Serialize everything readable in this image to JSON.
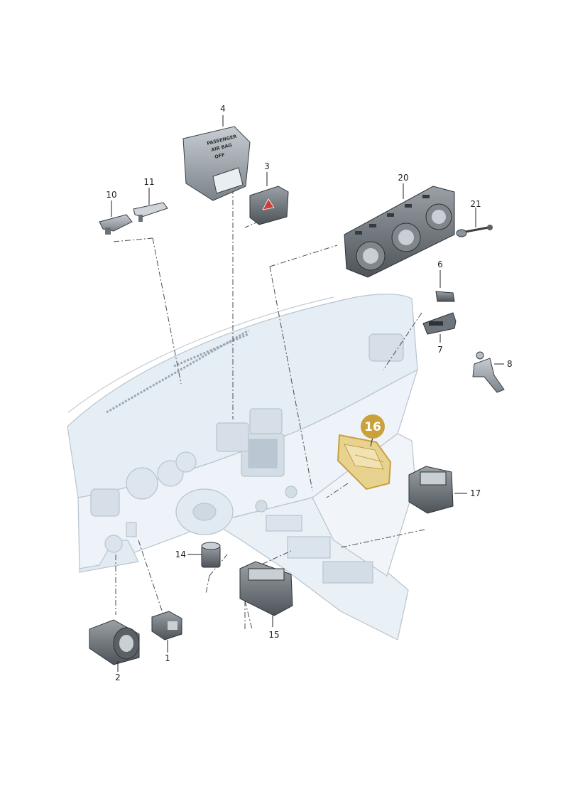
{
  "callouts": {
    "c1": "1",
    "c2": "2",
    "c3": "3",
    "c4": "4",
    "c6": "6",
    "c7": "7",
    "c8": "8",
    "c10": "10",
    "c11": "11",
    "c14": "14",
    "c15": "15",
    "c16": "16",
    "c17": "17",
    "c20": "20",
    "c21": "21"
  },
  "airbag_cover": {
    "line1": "PASSENGER",
    "line2": "AIR BAG",
    "line3": "OFF"
  },
  "colors": {
    "highlight": "#c9a13d",
    "highlight_part": "#e7d28f",
    "dashboard_fill": "#e6eef5",
    "part_grey": "#8d959c",
    "line": "#3a3d40"
  }
}
